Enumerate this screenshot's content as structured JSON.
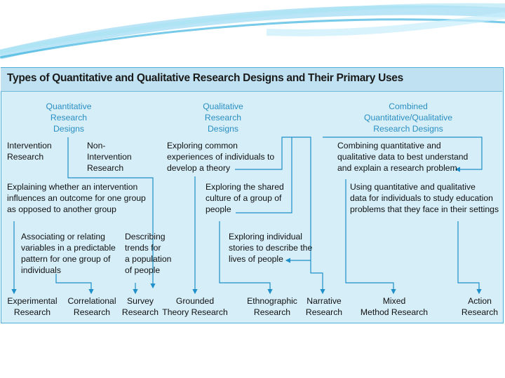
{
  "title": "Types of Quantitative and Qualitative Research Designs and Their Primary Uses",
  "headers": {
    "quantitative": [
      "Quantitative",
      "Research",
      "Designs"
    ],
    "qualitative": [
      "Qualitative",
      "Research",
      "Designs"
    ],
    "combined": [
      "Combined",
      "Quantitative/Qualitative",
      "Research Designs"
    ]
  },
  "nodes": {
    "intervention_research": [
      "Intervention",
      "Research"
    ],
    "non_intervention_research": [
      "Non-",
      "Intervention",
      "Research"
    ],
    "explaining_intervention": [
      "Explaining whether an intervention",
      "influences an outcome for one group",
      "as opposed to another group"
    ],
    "associating_variables": [
      "Associating or relating",
      "variables in a predictable",
      "pattern for one group of",
      "individuals"
    ],
    "describing_trends": [
      "Describing",
      "trends for",
      "a population",
      "of people"
    ],
    "exploring_common": [
      "Exploring common",
      "experiences of individuals to",
      "develop a theory"
    ],
    "exploring_culture": [
      "Exploring the shared",
      "culture of a group of",
      "people"
    ],
    "exploring_stories": [
      "Exploring individual",
      "stories to describe the",
      "lives of people"
    ],
    "combining_data": [
      "Combining quantitative and",
      "qualitative data to best understand",
      "and explain a research problem"
    ],
    "using_data": [
      "Using quantitative and qualitative",
      "data for individuals to study education",
      "problems that they face in their settings"
    ]
  },
  "outcomes": [
    [
      "Experimental",
      "Research"
    ],
    [
      "Correlational",
      "Research"
    ],
    [
      "Survey",
      "Research"
    ],
    [
      "Grounded",
      "Theory Research"
    ],
    [
      "Ethnographic",
      "Research"
    ],
    [
      "Narrative",
      "Research"
    ],
    [
      "Mixed",
      "Method Research"
    ],
    [
      "Action",
      "Research"
    ]
  ]
}
